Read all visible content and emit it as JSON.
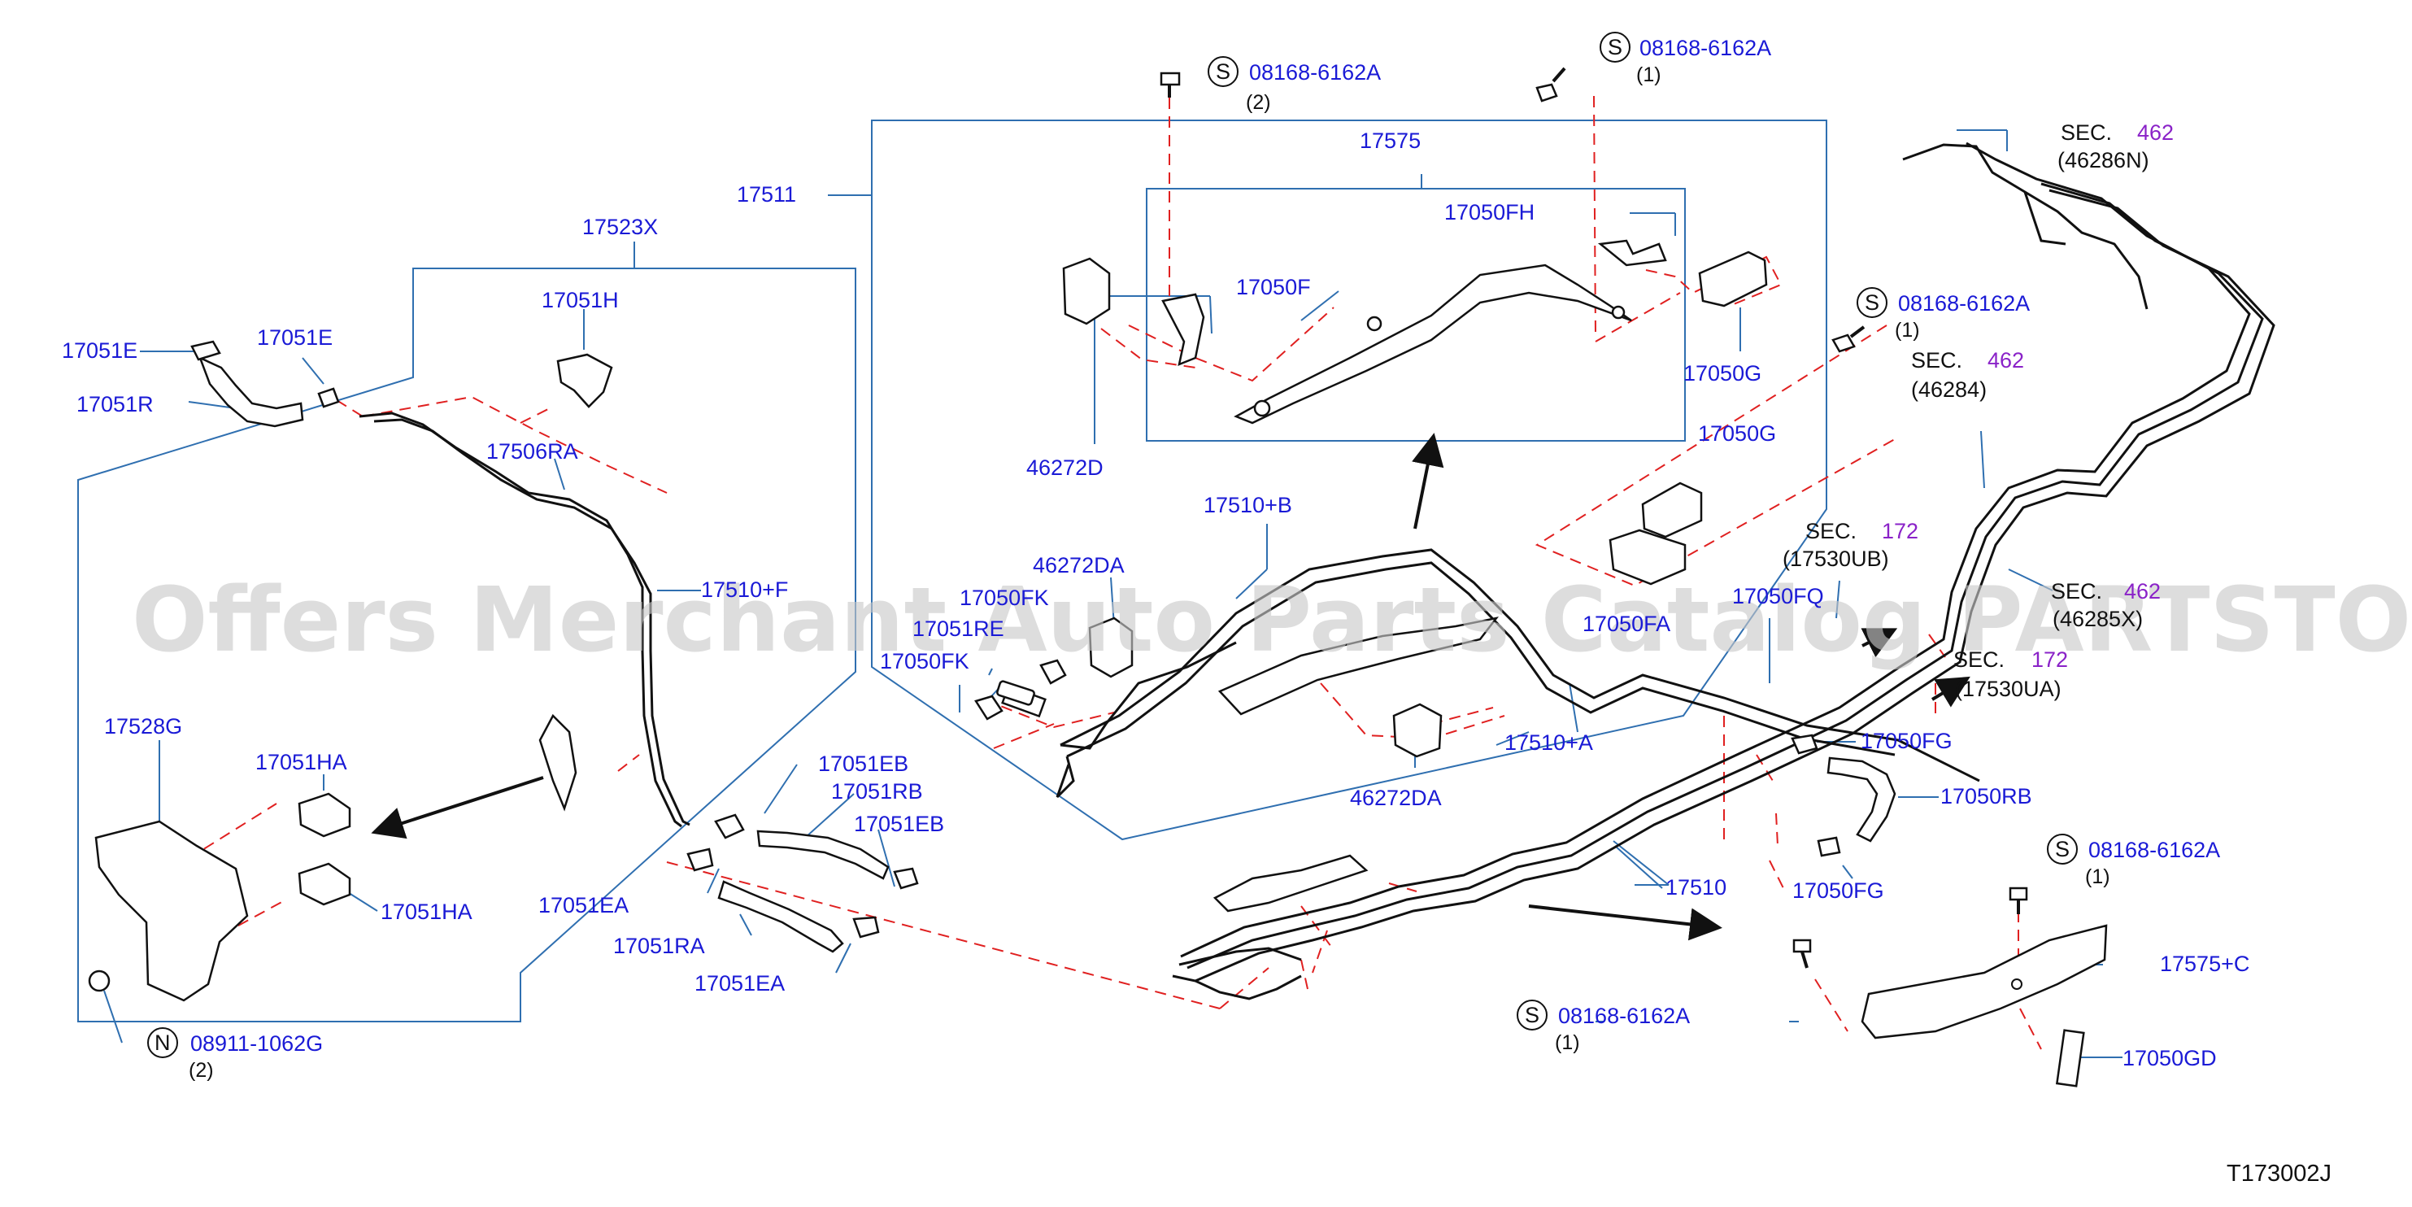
{
  "diagram": {
    "id_code": "T173002J",
    "watermark": "Offers Merchant Auto Parts Catalog PARTSTORE.SA",
    "colors": {
      "label": "#1a1ad6",
      "section_number": "#8a22c8",
      "leader": "#2f6fb0",
      "dashed": "#e02020",
      "line": "#111111"
    },
    "labels": {
      "p17511": "17511",
      "p17523X": "17523X",
      "p17575": "17575",
      "p17050FH": "17050FH",
      "p17050F": "17050F",
      "p17050G_top": "17050G",
      "p46272D": "46272D",
      "p17051H": "17051H",
      "p17051E_a": "17051E",
      "p17051E_b": "17051E",
      "p17051R": "17051R",
      "p17506RA": "17506RA",
      "p17510F": "17510+F",
      "p17510B": "17510+B",
      "p46272DA_top": "46272DA",
      "p17050FK_a": "17050FK",
      "p17051RE": "17051RE",
      "p17050FK_b": "17050FK",
      "p17050G_mid": "17050G",
      "p17528G": "17528G",
      "p17051HA_a": "17051HA",
      "p17051HA_b": "17051HA",
      "p17051EB_a": "17051EB",
      "p17051RB": "17051RB",
      "p17051EB_b": "17051EB",
      "p17051EA_a": "17051EA",
      "p17051RA": "17051RA",
      "p17051EA_b": "17051EA",
      "p46272DA_bot": "46272DA",
      "p17510A": "17510+A",
      "p17050FA": "17050FA",
      "p17050FG_a": "17050FG",
      "p17050RB": "17050RB",
      "p17050FG_b": "17050FG",
      "p17510": "17510",
      "p17050FQ": "17050FQ",
      "p17575C": "17575+C",
      "p17050GD": "17050GD"
    },
    "fasteners": {
      "bolt1": {
        "symbol": "S",
        "part": "08168-6162A",
        "qty": "(2)"
      },
      "bolt2": {
        "symbol": "S",
        "part": "08168-6162A",
        "qty": "(1)"
      },
      "bolt3": {
        "symbol": "S",
        "part": "08168-6162A",
        "qty": "(1)"
      },
      "bolt4": {
        "symbol": "S",
        "part": "08168-6162A",
        "qty": "(1)"
      },
      "bolt5": {
        "symbol": "S",
        "part": "08168-6162A",
        "qty": "(1)"
      },
      "nut1": {
        "symbol": "N",
        "part": "08911-1062G",
        "qty": "(2)"
      }
    },
    "sections": {
      "s1": {
        "prefix": "SEC.",
        "num": "462",
        "ref": "(46286N)"
      },
      "s2": {
        "prefix": "SEC.",
        "num": "462",
        "ref": "(46284)"
      },
      "s3": {
        "prefix": "SEC.",
        "num": "172",
        "ref": "(17530UB)"
      },
      "s4": {
        "prefix": "SEC.",
        "num": "462",
        "ref": "(46285X)"
      },
      "s5": {
        "prefix": "SEC.",
        "num": "172",
        "ref": "(17530UA)"
      }
    }
  }
}
